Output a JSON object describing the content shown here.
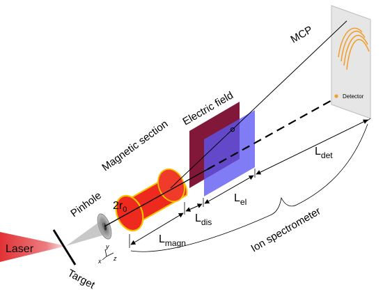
{
  "labels": {
    "laser": "Laser",
    "pinhole": "Pinhole",
    "target": "Target",
    "magnetic_section": "Magnetic section",
    "electric_field": "Electric field",
    "mcp": "MCP",
    "detector": "Detector",
    "ion_spectrometer": "Ion spectrometer",
    "r0": "2r",
    "r0_sub": "0",
    "l_magn": "L",
    "l_magn_sub": "magn",
    "l_dis": "L",
    "l_dis_sub": "dis",
    "l_el": "L",
    "l_el_sub": "el",
    "l_det": "L",
    "l_det_sub": "det",
    "axis_x": "x",
    "axis_y": "y",
    "axis_z": "z"
  },
  "colors": {
    "laser": "#e0262a",
    "magnet_body": "#ee2a1e",
    "magnet_edge": "#f6c200",
    "efield_back": "#7a0c2e",
    "efield_front": "#5b57f2",
    "screen": "#e6e6e6",
    "traces": "#f0a030",
    "detector_dot": "#f0a030"
  }
}
